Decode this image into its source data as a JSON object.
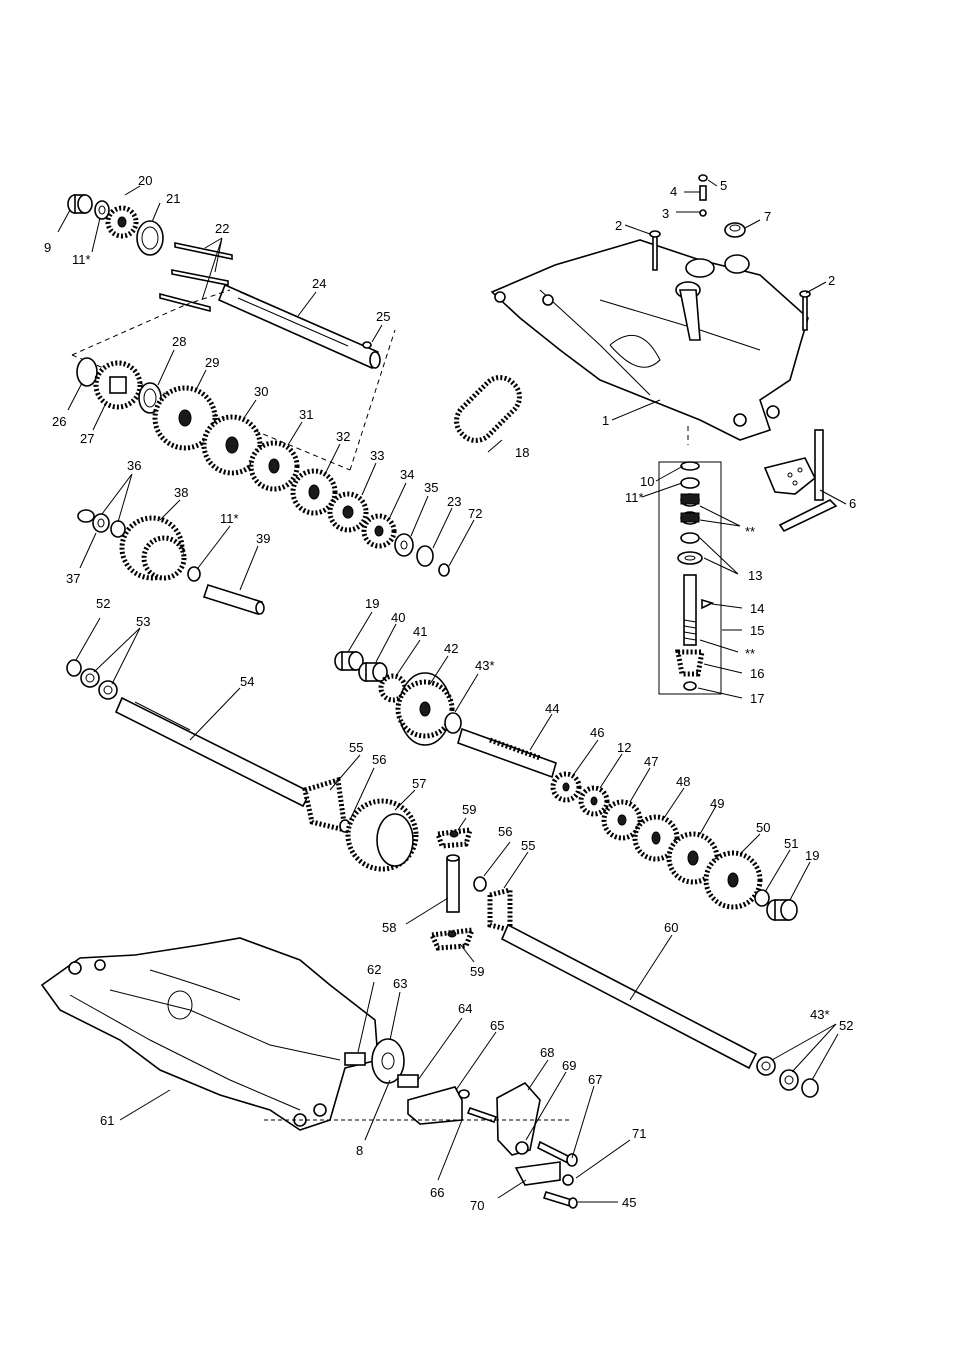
{
  "diagram": {
    "type": "exploded-parts-view",
    "labels": [
      {
        "id": "l1",
        "text": "1"
      },
      {
        "id": "l2a",
        "text": "2"
      },
      {
        "id": "l2b",
        "text": "2"
      },
      {
        "id": "l3",
        "text": "3"
      },
      {
        "id": "l4",
        "text": "4"
      },
      {
        "id": "l5",
        "text": "5"
      },
      {
        "id": "l6",
        "text": "6"
      },
      {
        "id": "l7",
        "text": "7"
      },
      {
        "id": "l8",
        "text": "8"
      },
      {
        "id": "l9",
        "text": "9"
      },
      {
        "id": "l10",
        "text": "10"
      },
      {
        "id": "l11a",
        "text": "11*"
      },
      {
        "id": "l11b",
        "text": "11*"
      },
      {
        "id": "l11c",
        "text": "11*"
      },
      {
        "id": "l12",
        "text": "12"
      },
      {
        "id": "l13",
        "text": "13"
      },
      {
        "id": "l14",
        "text": "14"
      },
      {
        "id": "l15",
        "text": "15"
      },
      {
        "id": "l16",
        "text": "16"
      },
      {
        "id": "l17",
        "text": "17"
      },
      {
        "id": "l18",
        "text": "18"
      },
      {
        "id": "l19a",
        "text": "19"
      },
      {
        "id": "l19b",
        "text": "19"
      },
      {
        "id": "l20",
        "text": "20"
      },
      {
        "id": "l21",
        "text": "21"
      },
      {
        "id": "l22",
        "text": "22"
      },
      {
        "id": "l23",
        "text": "23"
      },
      {
        "id": "l24",
        "text": "24"
      },
      {
        "id": "l25",
        "text": "25"
      },
      {
        "id": "l26",
        "text": "26"
      },
      {
        "id": "l27",
        "text": "27"
      },
      {
        "id": "l28",
        "text": "28"
      },
      {
        "id": "l29",
        "text": "29"
      },
      {
        "id": "l30",
        "text": "30"
      },
      {
        "id": "l31",
        "text": "31"
      },
      {
        "id": "l32",
        "text": "32"
      },
      {
        "id": "l33",
        "text": "33"
      },
      {
        "id": "l34",
        "text": "34"
      },
      {
        "id": "l35",
        "text": "35"
      },
      {
        "id": "l36",
        "text": "36"
      },
      {
        "id": "l37",
        "text": "37"
      },
      {
        "id": "l38",
        "text": "38"
      },
      {
        "id": "l39",
        "text": "39"
      },
      {
        "id": "l40",
        "text": "40"
      },
      {
        "id": "l41",
        "text": "41"
      },
      {
        "id": "l42",
        "text": "42"
      },
      {
        "id": "l43a",
        "text": "43*"
      },
      {
        "id": "l43b",
        "text": "43*"
      },
      {
        "id": "l44",
        "text": "44"
      },
      {
        "id": "l45",
        "text": "45"
      },
      {
        "id": "l46",
        "text": "46"
      },
      {
        "id": "l47",
        "text": "47"
      },
      {
        "id": "l48",
        "text": "48"
      },
      {
        "id": "l49",
        "text": "49"
      },
      {
        "id": "l50",
        "text": "50"
      },
      {
        "id": "l51",
        "text": "51"
      },
      {
        "id": "l52a",
        "text": "52"
      },
      {
        "id": "l52b",
        "text": "52"
      },
      {
        "id": "l53",
        "text": "53"
      },
      {
        "id": "l54",
        "text": "54"
      },
      {
        "id": "l55a",
        "text": "55"
      },
      {
        "id": "l55b",
        "text": "55"
      },
      {
        "id": "l56a",
        "text": "56"
      },
      {
        "id": "l56b",
        "text": "56"
      },
      {
        "id": "l57",
        "text": "57"
      },
      {
        "id": "l58",
        "text": "58"
      },
      {
        "id": "l59a",
        "text": "59"
      },
      {
        "id": "l59b",
        "text": "59"
      },
      {
        "id": "l60",
        "text": "60"
      },
      {
        "id": "l61",
        "text": "61"
      },
      {
        "id": "l62",
        "text": "62"
      },
      {
        "id": "l63",
        "text": "63"
      },
      {
        "id": "l64",
        "text": "64"
      },
      {
        "id": "l65",
        "text": "65"
      },
      {
        "id": "l66",
        "text": "66"
      },
      {
        "id": "l67",
        "text": "67"
      },
      {
        "id": "l68",
        "text": "68"
      },
      {
        "id": "l69",
        "text": "69"
      },
      {
        "id": "l70",
        "text": "70"
      },
      {
        "id": "l71",
        "text": "71"
      },
      {
        "id": "l72",
        "text": "72"
      },
      {
        "id": "lss1",
        "text": "**"
      },
      {
        "id": "lss2",
        "text": "**"
      }
    ]
  }
}
